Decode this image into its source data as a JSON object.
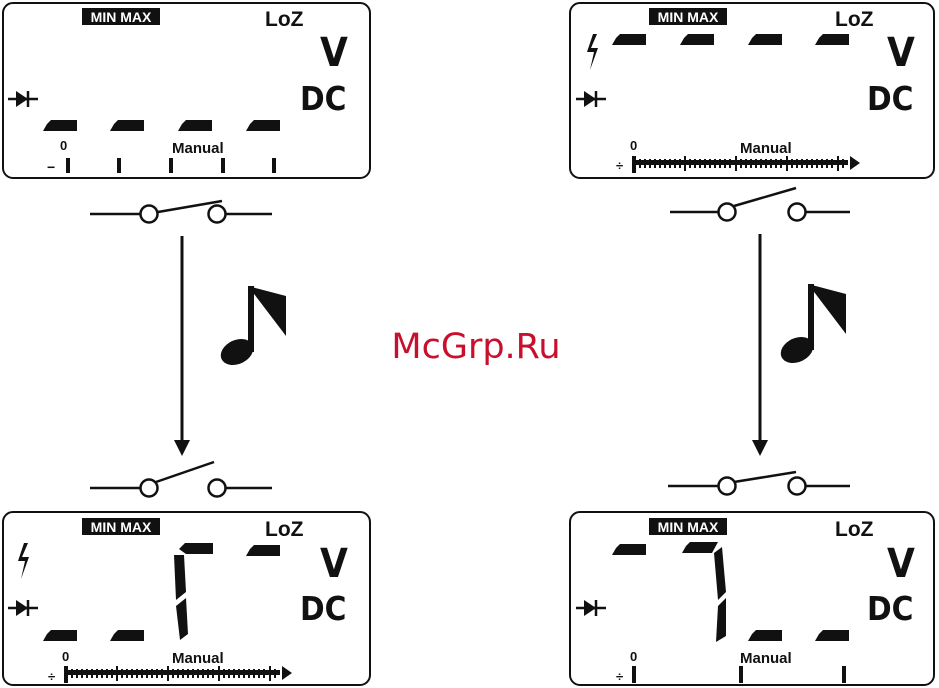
{
  "displays": {
    "labels": {
      "minmax": "MIN MAX",
      "loz": "LoZ",
      "unit": "V",
      "mode": "DC",
      "manual": "Manual",
      "zero": "0",
      "minus": "−",
      "plusminus": "÷"
    }
  },
  "watermark": "McGrp.Ru",
  "icons": {
    "diode": "diode-icon",
    "hazard": "lightning-icon",
    "note": "music-note-icon",
    "switch": "switch-icon",
    "arrow": "arrow-down-icon"
  },
  "colors": {
    "ink": "#111111",
    "watermark": "#c8102e"
  }
}
